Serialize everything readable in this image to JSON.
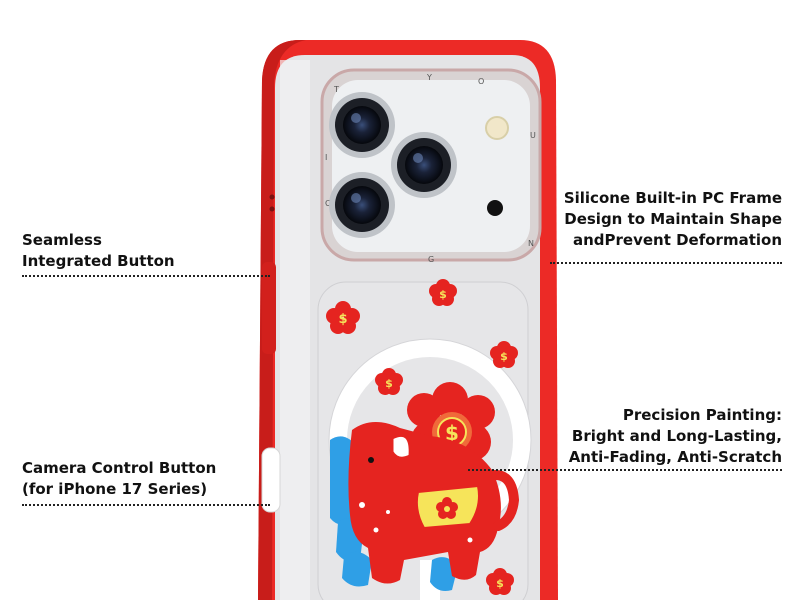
{
  "callouts": {
    "seamless": {
      "line1": "Seamless",
      "line2": "Integrated Button"
    },
    "camera_control": {
      "line1": "Camera Control Button",
      "line2": "(for iPhone 17 Series)"
    },
    "frame": {
      "line1": "Silicone Built-in PC Frame",
      "line2": "Design to Maintain Shape",
      "line3": "andPrevent Deformation"
    },
    "painting": {
      "line1": "Precision Painting:",
      "line2": "Bright and Long-Lasting,",
      "line3": "Anti-Fading, Anti-Scratch"
    }
  },
  "camera_ring_letters": [
    "T",
    "Y",
    "O",
    "U",
    "N",
    "G",
    "C",
    "I"
  ],
  "coin_symbol": "$",
  "colors": {
    "bumper": "#ec2a26",
    "bumper_dark": "#c81d1a",
    "phone_body": "#e4e4e6",
    "painting_red": "#e52420",
    "painting_blue": "#2f9fe6",
    "painting_yellow": "#f6e45a",
    "text": "#111111"
  }
}
